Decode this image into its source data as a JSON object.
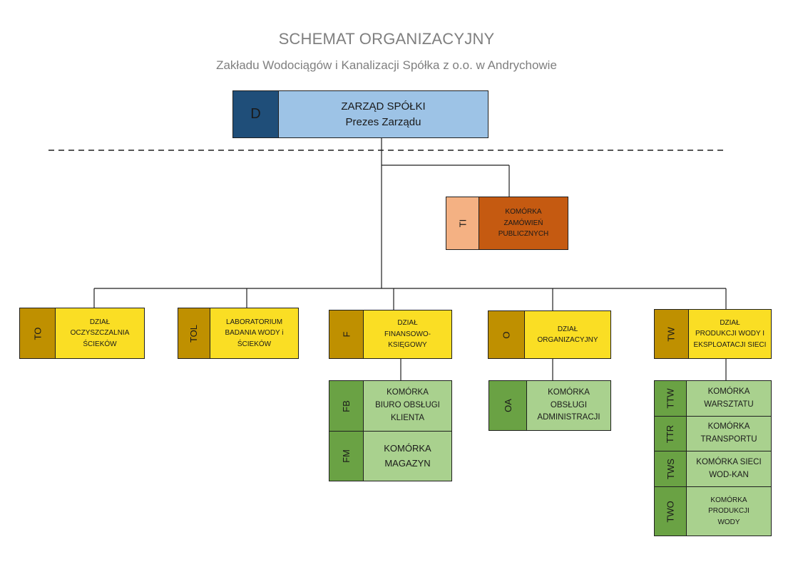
{
  "header": {
    "title": "SCHEMAT ORGANIZACYJNY",
    "subtitle": "Zakładu Wodociągów i Kanalizacji Spółka z o.o. w Andrychowie"
  },
  "board": {
    "code": "D",
    "line1": "ZARZĄD SPÓŁKI",
    "line2": "Prezes Zarządu"
  },
  "ti": {
    "code": "TI",
    "label": "KOMÓRKA\nZAMÓWIEŃ\nPUBLICZNYCH"
  },
  "departments": [
    {
      "code": "TO",
      "label": "DZIAŁ\nOCZYSZCZALNIA\nŚCIEKÓW"
    },
    {
      "code": "TOL",
      "label": "LABORATORIUM\nBADANIA WODY i\nŚCIEKÓW"
    },
    {
      "code": "F",
      "label": "DZIAŁ\nFINANSOWO-\nKSIĘGOWY"
    },
    {
      "code": "O",
      "label": "DZIAŁ\nORGANIZACYJNY"
    },
    {
      "code": "TW",
      "label": "DZIAŁ\nPRODUKCJI WODY I\nEKSPLOATACJI SIECI"
    }
  ],
  "f_units": [
    {
      "code": "FB",
      "label": "KOMÓRKA\nBIURO OBSŁUGI\nKLIENTA"
    },
    {
      "code": "FM",
      "label": "KOMÓRKA\nMAGAZYN"
    }
  ],
  "o_units": [
    {
      "code": "OA",
      "label": "KOMÓRKA\nOBSŁUGI\nADMINISTRACJI"
    }
  ],
  "tw_units": [
    {
      "code": "TTW",
      "label": "KOMÓRKA\nWARSZTATU"
    },
    {
      "code": "TTR",
      "label": "KOMÓRKA\nTRANSPORTU"
    },
    {
      "code": "TWS",
      "label": "KOMÓRKA SIECI\nWOD-KAN"
    },
    {
      "code": "TWO",
      "label": "KOMÓRKA\nPRODUKCJI\nWODY"
    }
  ],
  "colors": {
    "board_code": "#1f4e79",
    "board_label": "#9dc3e6",
    "ti_code": "#f4b183",
    "ti_label": "#c55a11",
    "dept_code": "#bf9000",
    "dept_label": "#fade24",
    "unit_code": "#6aa244",
    "unit_label": "#a9d18e"
  }
}
